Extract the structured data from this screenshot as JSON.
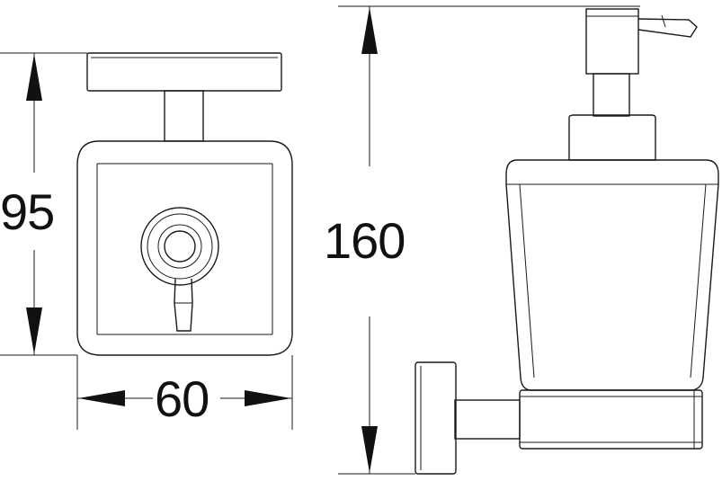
{
  "dimensions": {
    "height_front": "95",
    "width_front": "60",
    "height_side": "160"
  },
  "colors": {
    "line": "#1a1a1a",
    "background": "#ffffff"
  }
}
